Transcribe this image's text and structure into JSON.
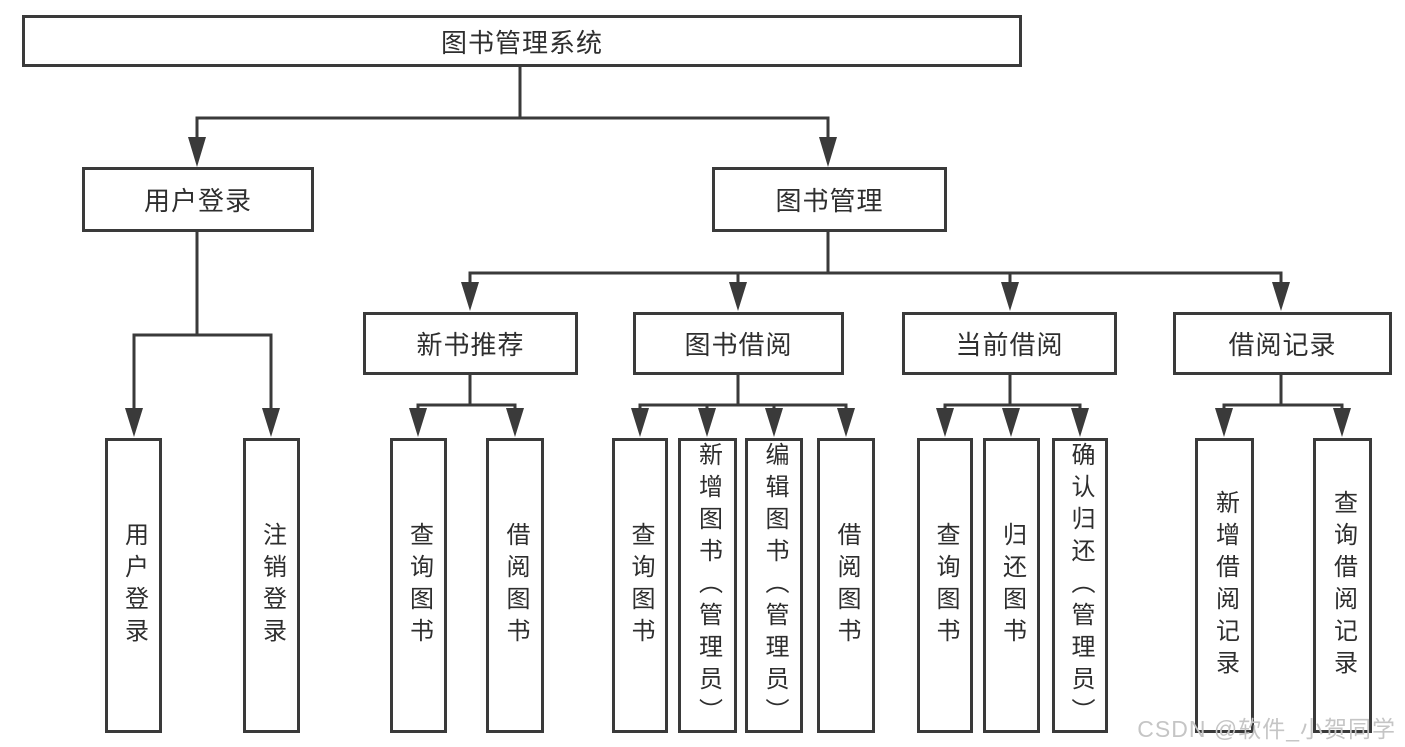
{
  "diagram": {
    "title": "图书管理系统",
    "tree": {
      "root": {
        "label": "图书管理系统"
      },
      "branches": [
        {
          "label": "用户登录",
          "children": [
            {
              "label": "用户登录"
            },
            {
              "label": "注销登录"
            }
          ]
        },
        {
          "label": "图书管理",
          "children": [
            {
              "label": "新书推荐",
              "children": [
                {
                  "label": "查询图书"
                },
                {
                  "label": "借阅图书"
                }
              ]
            },
            {
              "label": "图书借阅",
              "children": [
                {
                  "label": "查询图书"
                },
                {
                  "label": "新增图书（管理员）"
                },
                {
                  "label": "编辑图书（管理员）"
                },
                {
                  "label": "借阅图书"
                }
              ]
            },
            {
              "label": "当前借阅",
              "children": [
                {
                  "label": "查询图书"
                },
                {
                  "label": "归还图书"
                },
                {
                  "label": "确认归还（管理员）"
                }
              ]
            },
            {
              "label": "借阅记录",
              "children": [
                {
                  "label": "新增借阅记录"
                },
                {
                  "label": "查询借阅记录"
                }
              ]
            }
          ]
        }
      ]
    }
  },
  "watermark": {
    "text": "CSDN @软件_小贺同学"
  },
  "colors": {
    "line": "#3a3a3a",
    "box_border": "#3a3a3a",
    "box_fill": "#ffffff",
    "text": "#2e2e2e",
    "watermark": "#c5c5c5",
    "background": "#ffffff"
  }
}
